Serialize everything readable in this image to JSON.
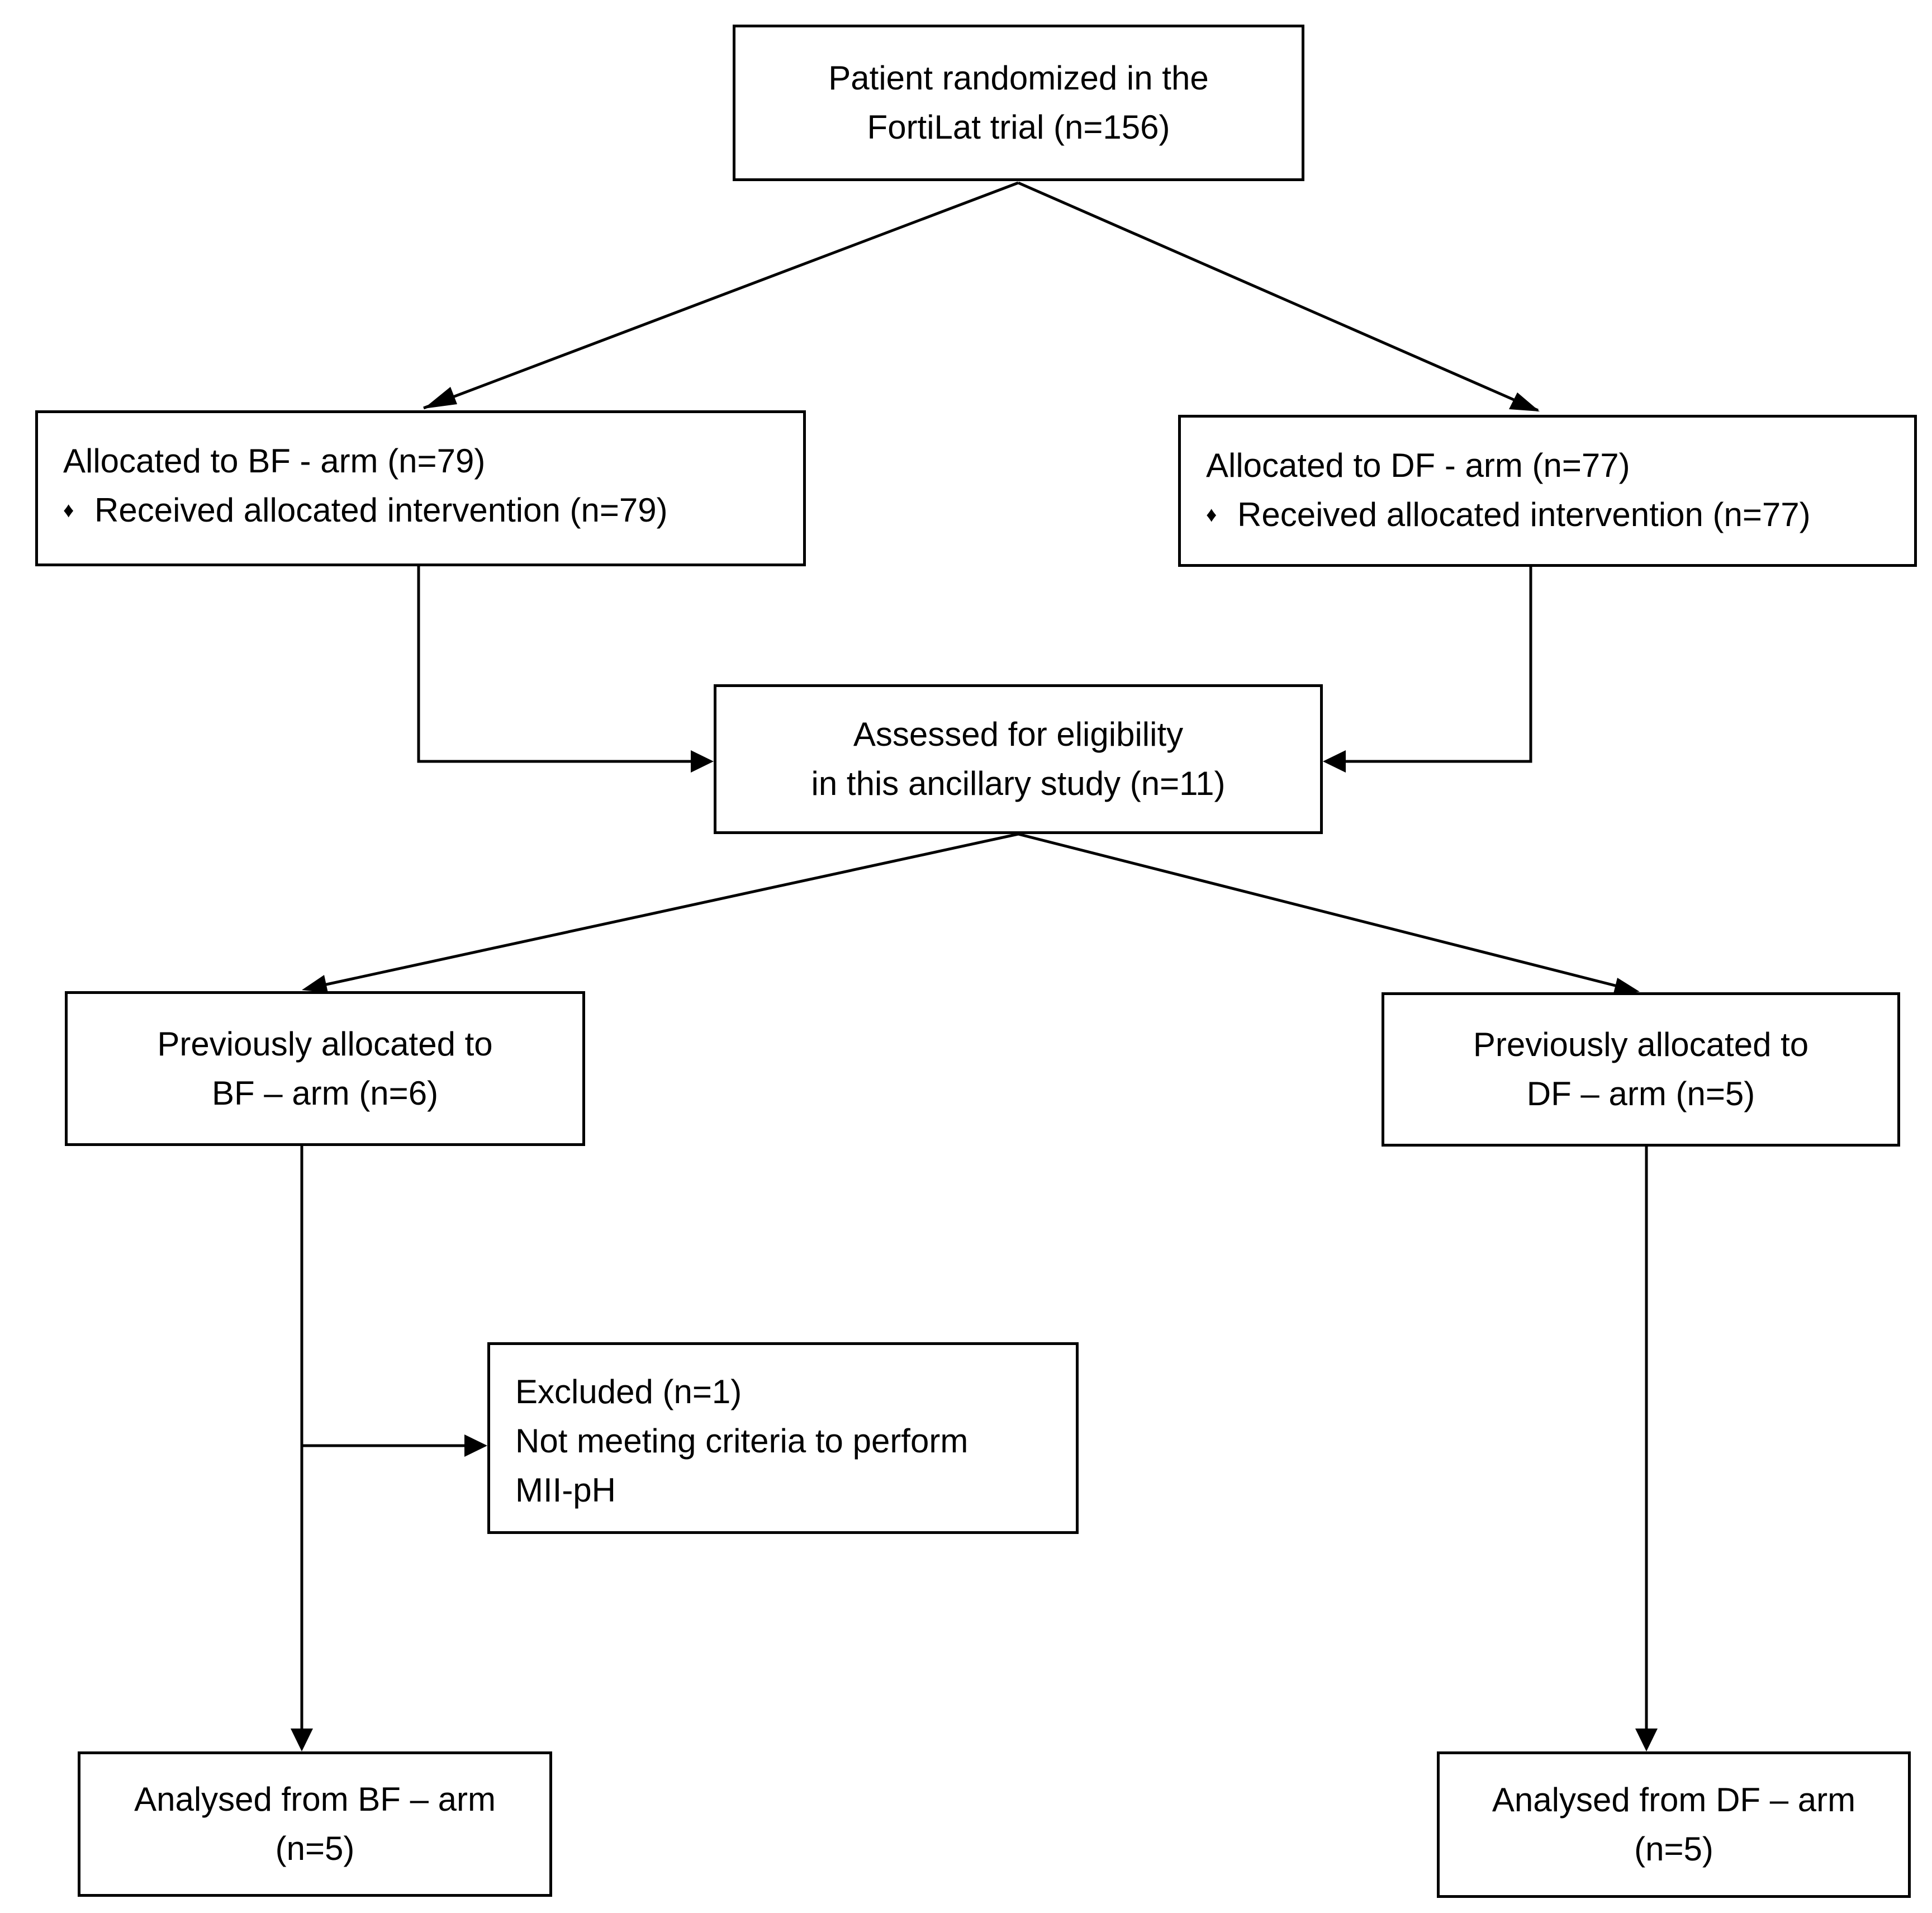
{
  "boxes": {
    "randomized": {
      "line1": "Patient randomized in the",
      "line2": "FortiLat trial (n=156)"
    },
    "bf_arm": {
      "line1": "Allocated to BF - arm (n=79)",
      "bullet": "♦",
      "line2": "Received allocated intervention  (n=79)"
    },
    "df_arm": {
      "line1": "Allocated to DF - arm (n=77)",
      "bullet": "♦",
      "line2": "Received allocated intervention (n=77)"
    },
    "assessed": {
      "line1": "Assessed for eligibility",
      "line2": "in this ancillary study (n=11)"
    },
    "prev_bf": {
      "line1": "Previously allocated to",
      "line2": "BF – arm (n=6)"
    },
    "prev_df": {
      "line1": "Previously allocated to",
      "line2": "DF – arm (n=5)"
    },
    "excluded": {
      "line1": "Excluded (n=1)",
      "line2": "Not meeting criteria to perform",
      "line3": "MII-pH"
    },
    "analysed_bf": {
      "line1": "Analysed from BF – arm",
      "line2": "(n=5)"
    },
    "analysed_df": {
      "line1": "Analysed from DF – arm",
      "line2": "(n=5)"
    }
  }
}
